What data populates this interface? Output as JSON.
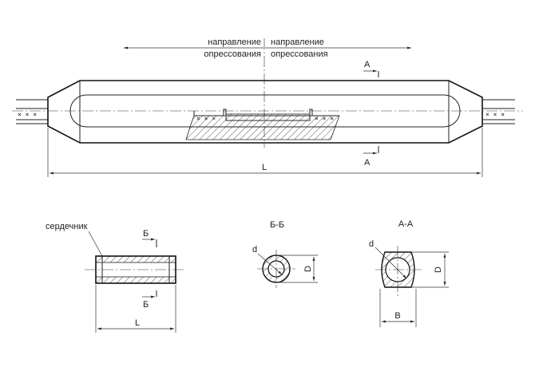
{
  "main_view": {
    "direction_left_line1": "направление",
    "direction_left_line2": "опрессования",
    "direction_right_line1": "направление",
    "direction_right_line2": "опрессования",
    "section_mark_top": "А",
    "section_mark_bottom": "А",
    "length_label": "L",
    "conductor_marks": "× × ×"
  },
  "core_view": {
    "core_label": "сердечник",
    "section_mark_top": "Б",
    "section_mark_bottom": "Б",
    "length_label": "L"
  },
  "section_bb": {
    "title": "Б-Б",
    "inner_diameter_label": "d",
    "outer_diameter_label": "D"
  },
  "section_aa": {
    "title": "А-А",
    "inner_diameter_label": "d",
    "height_label": "D",
    "width_label": "B"
  }
}
